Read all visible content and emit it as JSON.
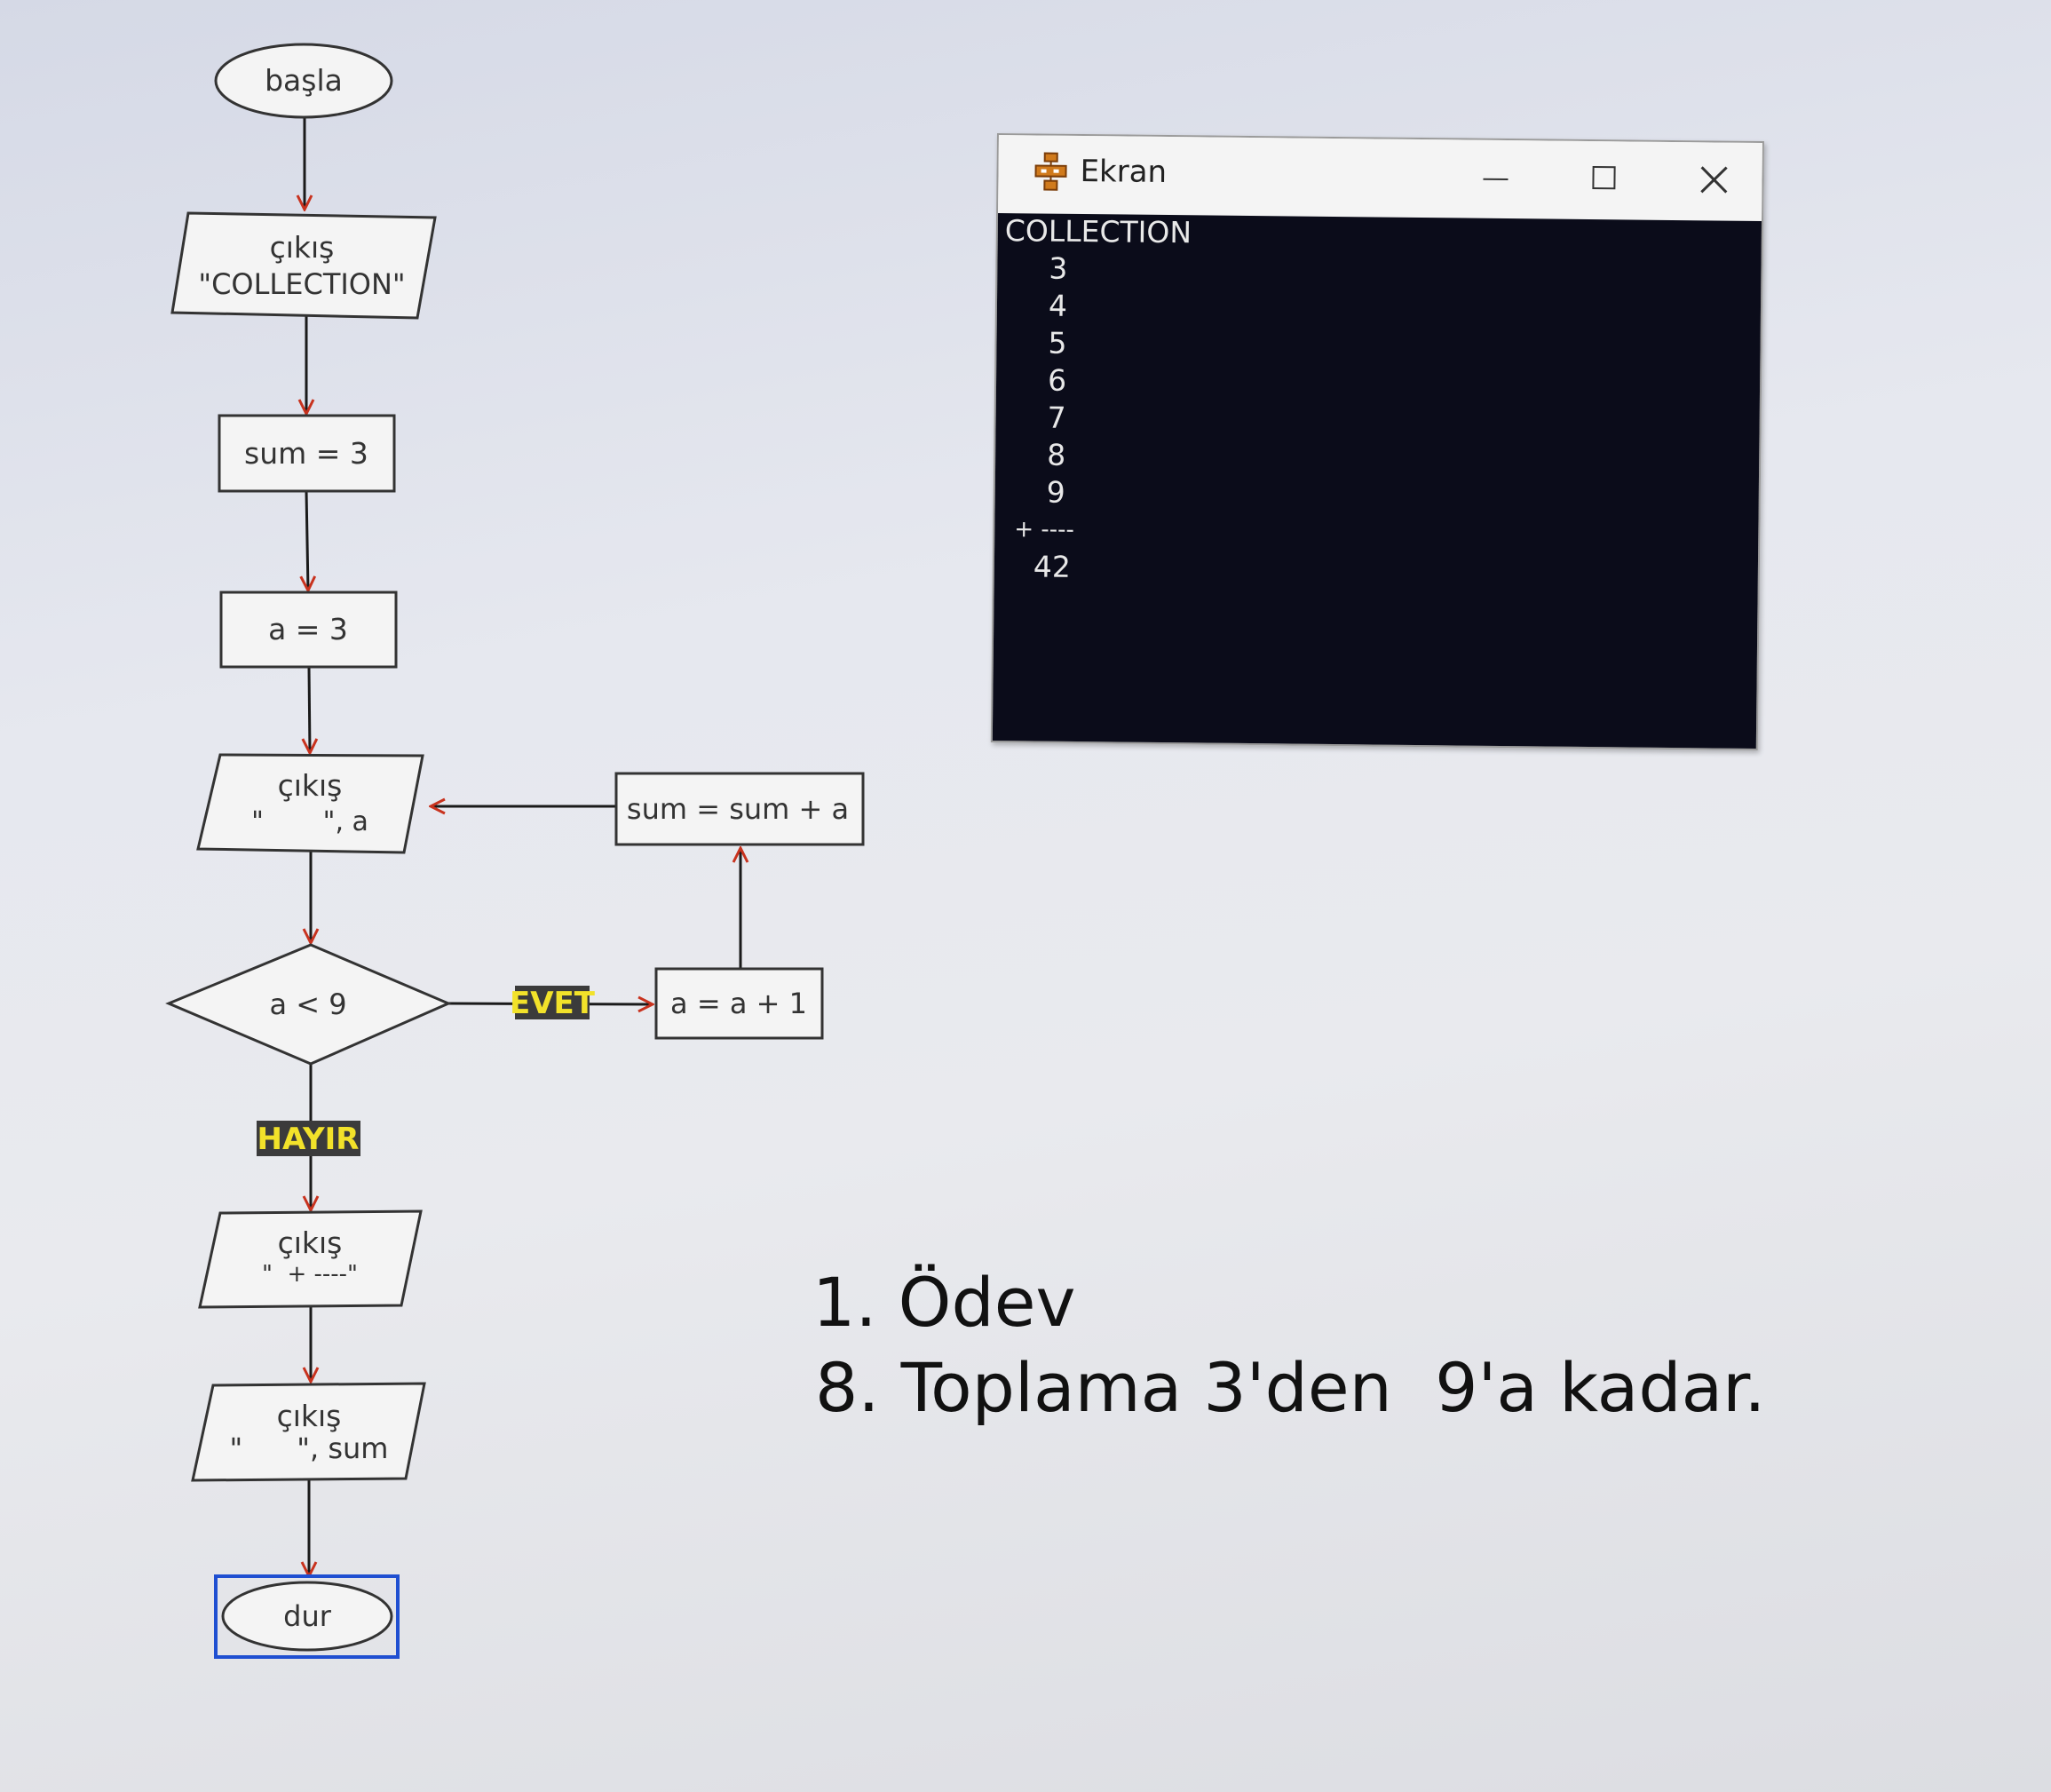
{
  "flowchart": {
    "start": "başla",
    "output1_keyword": "çıkış",
    "output1_value": "\"COLLECTION\"",
    "assign_sum": "sum = 3",
    "assign_a": "a = 3",
    "output2_keyword": "çıkış",
    "output2_value": "\"       \", a",
    "update_sum": "sum = sum + a",
    "decision": "a < 9",
    "yes_label": "EVET",
    "increment": "a = a + 1",
    "no_label": "HAYIR",
    "output3_keyword": "çıkış",
    "output3_value": "\"  + ----\"",
    "output4_keyword": "çıkış",
    "output4_value": "\"      \", sum",
    "end": "dur"
  },
  "terminal": {
    "title": "Ekran",
    "lines": [
      "COLLECTION",
      "3",
      "4",
      "5",
      "6",
      "7",
      "8",
      "9",
      "+ ----",
      "42"
    ]
  },
  "notes": {
    "line1": "1. Ödev",
    "line2": "8. Toplama 3'den  9'a kadar."
  },
  "colors": {
    "arrowhead": "#c8321e",
    "label_bg": "#3b3b3b",
    "label_text": "#f2e22a",
    "end_highlight": "#1f4fd1",
    "terminal_bg": "#0b0c1a"
  }
}
